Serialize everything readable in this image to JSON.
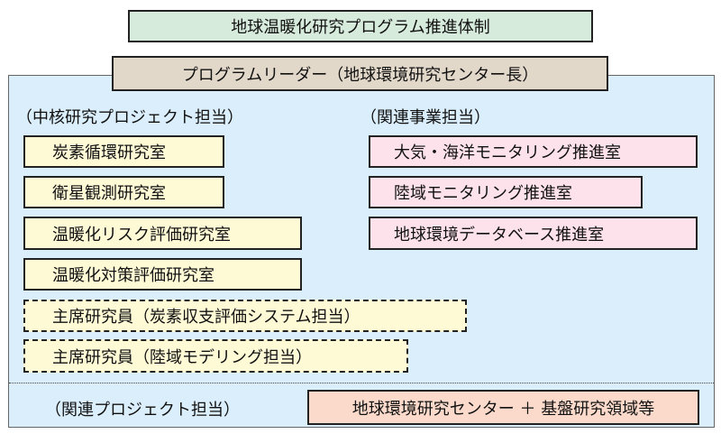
{
  "title": "地球温暖化研究プログラム推進体制",
  "leader": "プログラムリーダー（地球環境研究センター長）",
  "core": {
    "heading": "（中核研究プロジェクト担当）",
    "labs": [
      "炭素循環研究室",
      "衛星観測研究室",
      "温暖化リスク評価研究室",
      "温暖化対策評価研究室"
    ],
    "senior_researchers": [
      "主席研究員（炭素収支評価システム担当）",
      "主席研究員（陸域モデリング担当）"
    ]
  },
  "related_work": {
    "heading": "（関連事業担当）",
    "offices": [
      "大気・海洋モニタリング推進室",
      "陸域モニタリング推進室",
      "地球環境データベース推進室"
    ]
  },
  "related_projects": {
    "heading": "（関連プロジェクト担当）",
    "box": "地球環境研究センター ＋ 基盤研究領域等"
  },
  "colors": {
    "title_bg": "#d7ebdc",
    "leader_bg": "#e2d8ca",
    "panel_bg": "#dbeefb",
    "yellow": "#fffad6",
    "pink": "#fde2ec",
    "salmon": "#fbdacb"
  }
}
